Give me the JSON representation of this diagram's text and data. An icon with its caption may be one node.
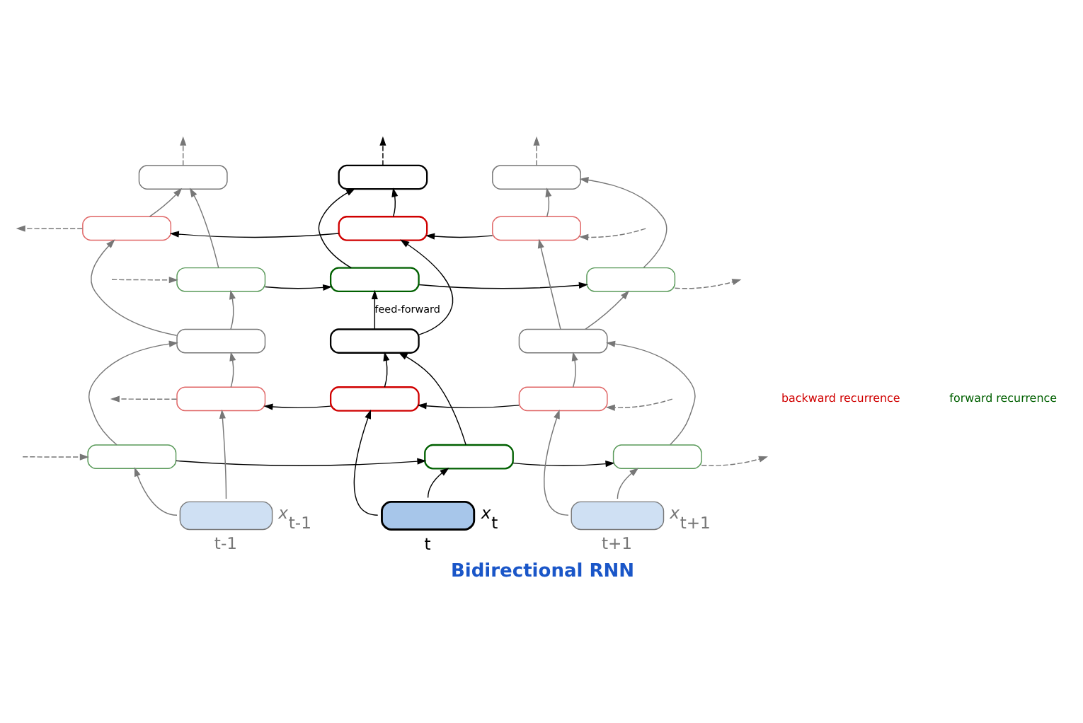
{
  "diagram": {
    "caption": "Bidirectional RNN",
    "nodes": [
      {
        "text": [],
        "shape": "box"
      },
      {
        "text": [],
        "shape": "box"
      },
      {
        "text": [],
        "shape": "box"
      },
      {
        "text": [],
        "shape": "box"
      },
      {
        "text": [],
        "shape": "box"
      },
      {
        "text": [],
        "shape": "box"
      },
      {
        "text": [],
        "shape": "box"
      },
      {
        "text": [],
        "shape": "box"
      },
      {
        "text": [],
        "shape": "box"
      },
      {
        "text": [],
        "shape": "box"
      },
      {
        "text": [],
        "shape": "box"
      },
      {
        "text": [],
        "shape": "box"
      },
      {
        "text": [],
        "shape": "box"
      },
      {
        "text": [],
        "shape": "box"
      },
      {
        "text": [],
        "shape": "box"
      },
      {
        "text": [],
        "shape": "box"
      },
      {
        "text": [],
        "shape": "box"
      },
      {
        "text": [],
        "shape": "box"
      },
      {
        "text": [],
        "shape": "box",
        "beside": [
          "x$_{t-1}$",
          "t-1"
        ]
      },
      {
        "text": [],
        "shape": "box",
        "beside": [
          "x$_{t}$",
          "t"
        ]
      },
      {
        "text": [],
        "shape": "box",
        "beside": [
          "x$_{t+1}$",
          "t+1"
        ]
      }
    ],
    "edges": [
      {
        "from": 18,
        "to": 15,
        "arrow": "to"
      },
      {
        "from": 18,
        "to": 12,
        "arrow": "to"
      },
      {
        "from": 15,
        "to": 9,
        "arrow": "to"
      },
      {
        "from": 12,
        "to": 9,
        "arrow": "to"
      },
      {
        "from": 9,
        "to": 6,
        "arrow": "to"
      },
      {
        "from": 9,
        "to": 3,
        "arrow": "to"
      },
      {
        "from": 6,
        "to": 0,
        "arrow": "to"
      },
      {
        "from": 3,
        "to": 0,
        "arrow": "to"
      },
      {
        "from": 19,
        "to": 16,
        "arrow": "to",
        "color": "#000000"
      },
      {
        "from": 19,
        "to": 13,
        "arrow": "to",
        "color": "#000000"
      },
      {
        "from": 16,
        "to": 10,
        "arrow": "to",
        "color": "#000000"
      },
      {
        "from": 13,
        "to": 10,
        "arrow": "to",
        "color": "#000000"
      },
      {
        "from": 10,
        "to": 7,
        "arrow": "to",
        "color": "#000000",
        "label": "feed-forward"
      },
      {
        "from": 10,
        "to": 4,
        "arrow": "to",
        "color": "#000000"
      },
      {
        "from": 7,
        "to": 1,
        "arrow": "to",
        "color": "#000000"
      },
      {
        "from": 4,
        "to": 1,
        "arrow": "to",
        "color": "#000000"
      },
      {
        "from": 20,
        "to": 17,
        "arrow": "to"
      },
      {
        "from": 20,
        "to": 14,
        "arrow": "to"
      },
      {
        "from": 17,
        "to": 11,
        "arrow": "to"
      },
      {
        "from": 14,
        "to": 11,
        "arrow": "to"
      },
      {
        "from": 11,
        "to": 8,
        "arrow": "to"
      },
      {
        "from": 11,
        "to": 5,
        "arrow": "to"
      },
      {
        "from": 8,
        "to": 2,
        "arrow": "to"
      },
      {
        "from": 5,
        "to": 2,
        "arrow": "to"
      },
      {
        "from": 15,
        "to": 16,
        "arrow": "to",
        "color": "#000000"
      },
      {
        "from": 16,
        "to": 17,
        "arrow": "to",
        "color": "#000000"
      },
      {
        "from": 14,
        "to": 13,
        "arrow": "to",
        "color": "#000000"
      },
      {
        "from": 13,
        "to": 12,
        "arrow": "to",
        "color": "#000000"
      },
      {
        "from": 6,
        "to": 7,
        "arrow": "to",
        "color": "#000000"
      },
      {
        "from": 7,
        "to": 8,
        "arrow": "to",
        "color": "#000000"
      },
      {
        "from": 5,
        "to": 4,
        "arrow": "to",
        "color": "#000000"
      },
      {
        "from": 4,
        "to": 3,
        "arrow": "to",
        "color": "#000000"
      },
      {
        "from": null,
        "to": 15,
        "arrow": "to",
        "style": "dashed"
      },
      {
        "from": 17,
        "to": null,
        "arrow": "to",
        "style": "dashed"
      },
      {
        "from": 12,
        "to": null,
        "arrow": "to",
        "style": "dashed"
      },
      {
        "from": null,
        "to": 14,
        "arrow": "to",
        "style": "dashed"
      },
      {
        "from": null,
        "to": 6,
        "arrow": "to",
        "style": "dashed"
      },
      {
        "from": 8,
        "to": null,
        "arrow": "to",
        "style": "dashed"
      },
      {
        "from": 3,
        "to": null,
        "arrow": "to",
        "style": "dashed"
      },
      {
        "from": null,
        "to": 5,
        "arrow": "to",
        "style": "dashed"
      },
      {
        "from": 0,
        "to": null,
        "arrow": "to",
        "style": "dashed"
      },
      {
        "from": 1,
        "to": null,
        "arrow": "to",
        "style": "dashed",
        "color": "#000000"
      },
      {
        "from": 2,
        "to": null,
        "arrow": "to",
        "style": "dashed"
      }
    ],
    "labels": [
      "backward recurrence",
      "forward recurrence"
    ]
  }
}
